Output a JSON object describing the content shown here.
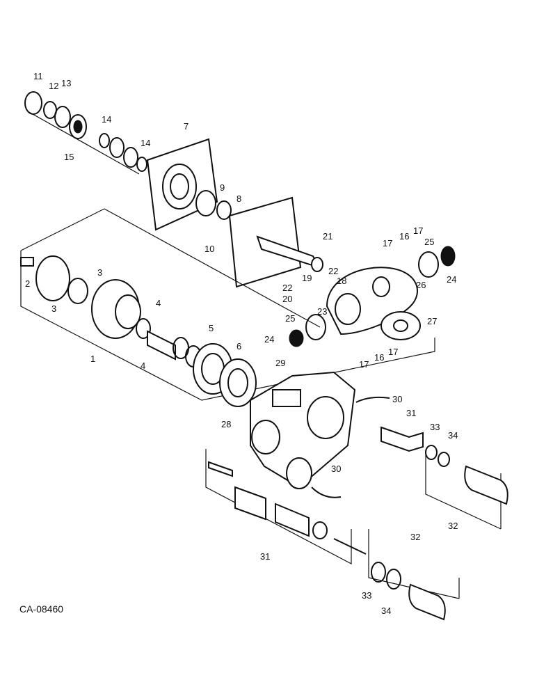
{
  "diagram": {
    "drawing_code": "CA-08460",
    "callouts": [
      "1",
      "2",
      "3",
      "3",
      "4",
      "4",
      "5",
      "6",
      "7",
      "8",
      "9",
      "10",
      "11",
      "12",
      "13",
      "14",
      "14",
      "15",
      "16",
      "16",
      "17",
      "17",
      "17",
      "17",
      "18",
      "19",
      "20",
      "21",
      "22",
      "22",
      "23",
      "24",
      "24",
      "25",
      "25",
      "26",
      "27",
      "28",
      "29",
      "30",
      "30",
      "31",
      "31",
      "32",
      "32",
      "33",
      "33",
      "34",
      "34"
    ]
  }
}
